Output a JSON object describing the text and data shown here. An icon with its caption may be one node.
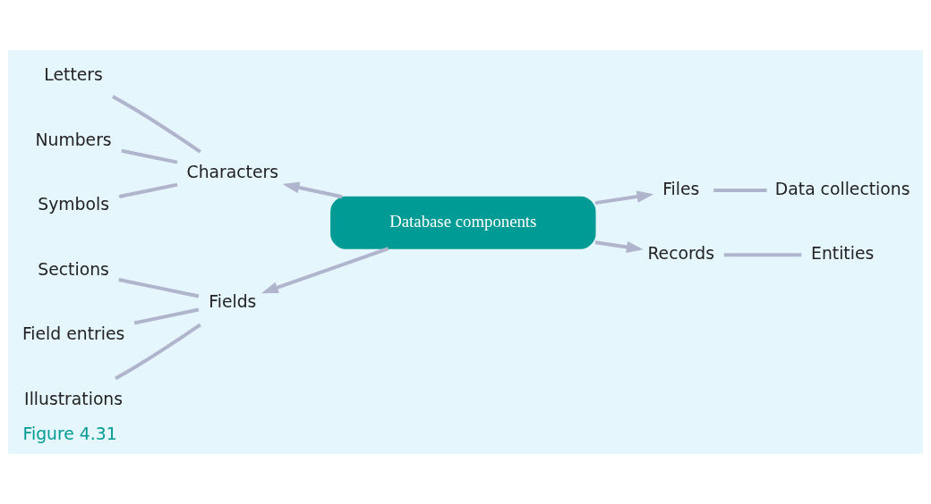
{
  "diagram": {
    "caption": "Figure 4.31",
    "nodes": [
      {
        "text": [
          "Letters"
        ]
      },
      {
        "text": [
          "Numbers"
        ]
      },
      {
        "text": [
          "Characters"
        ]
      },
      {
        "text": [
          "Files"
        ]
      },
      {
        "text": [
          "Data collections"
        ]
      },
      {
        "text": [
          "Symbols"
        ]
      },
      {
        "text": [
          "Database components"
        ]
      },
      {
        "text": [
          "Sections"
        ]
      },
      {
        "text": [
          "Field entries"
        ]
      },
      {
        "text": [
          "Fields"
        ]
      },
      {
        "text": [
          "Records"
        ]
      },
      {
        "text": [
          "Entities"
        ]
      },
      {
        "text": [
          "Illustrations"
        ]
      }
    ],
    "edges": [
      {
        "from": 0,
        "to": 2,
        "arrow": "none"
      },
      {
        "from": 1,
        "to": 2,
        "arrow": "none"
      },
      {
        "from": 5,
        "to": 2,
        "arrow": "none"
      },
      {
        "from": 3,
        "to": 4,
        "arrow": "none"
      },
      {
        "from": 6,
        "to": 2,
        "arrow": "to"
      },
      {
        "from": 6,
        "to": 3,
        "arrow": "to"
      },
      {
        "from": 6,
        "to": 9,
        "arrow": "to"
      },
      {
        "from": 6,
        "to": 10,
        "arrow": "to"
      },
      {
        "from": 7,
        "to": 9,
        "arrow": "none"
      },
      {
        "from": 8,
        "to": 9,
        "arrow": "none"
      },
      {
        "from": 12,
        "to": 9,
        "arrow": "none"
      },
      {
        "from": 10,
        "to": 11,
        "arrow": "none"
      }
    ]
  }
}
